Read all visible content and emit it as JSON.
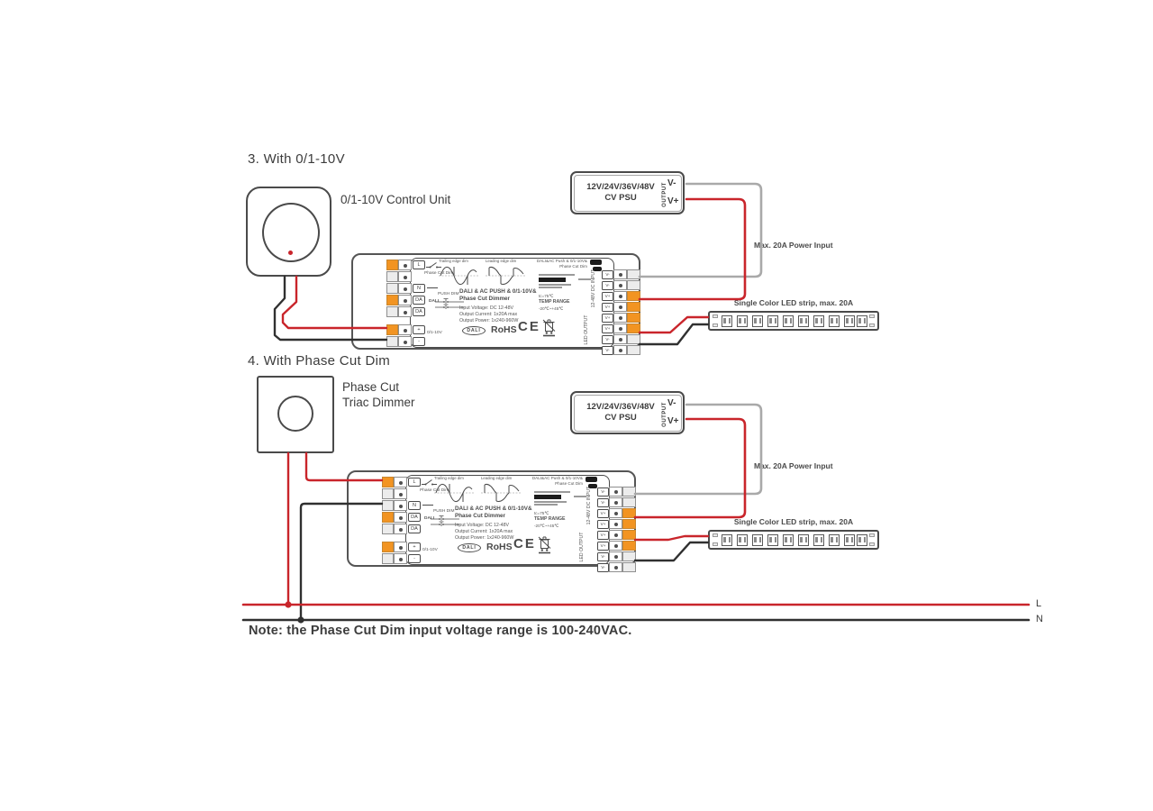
{
  "section3": {
    "title": "3. With 0/1-10V",
    "control_unit_label": "0/1-10V Control Unit"
  },
  "section4": {
    "title": "4. With Phase Cut Dim",
    "dimmer_label_line1": "Phase Cut",
    "dimmer_label_line2": "Triac Dimmer",
    "mains": {
      "live": "L",
      "neutral": "N"
    },
    "note": "Note: the Phase Cut Dim input voltage range is 100-240VAC."
  },
  "psu": {
    "voltage": "12V/24V/36V/48V",
    "type": "CV PSU",
    "output_label": "OUTPUT",
    "v_minus": "V-",
    "v_plus": "V+"
  },
  "annotations": {
    "power_input": "Max. 20A Power Input",
    "led_strip": "Single Color LED strip, max. 20A"
  },
  "device": {
    "waveform_trailing": "Trailing edge dim",
    "waveform_leading": "Leading edge dim",
    "ports": {
      "live": "L",
      "neutral": "N",
      "phase_cut": "Phase Cut Dim",
      "da1": "DA",
      "da2": "DA",
      "dali": "DALI",
      "push_dim": "PUSH DIM",
      "plus": "+",
      "minus": "-",
      "analog": "0/1-10V"
    },
    "product_line1": "DALI & AC PUSH & 0/1-10V&",
    "product_line2": "Phase Cut Dimmer",
    "specs": {
      "input": "Input Voltage: DC 12-48V",
      "current": "Output Current: 1x20A max",
      "power": "Output Power: 1x240-960W"
    },
    "corner_line1": "DALI&AC Push & 0/1-10V&",
    "corner_line2": "Phase Cut Dim",
    "temp": {
      "tc": "tc=75℃",
      "label": "TEMP RANGE",
      "range": "-20℃~+45℃"
    },
    "dc_input_label": "12-48V DC INPUT",
    "led_output_label": "LED OUTPUT",
    "logos": {
      "dali": "DALI",
      "rohs": "RoHS",
      "ce": "CE"
    },
    "right_terminals": [
      "V-",
      "V-",
      "V+",
      "V+",
      "V+",
      "V+",
      "V-",
      "V-"
    ]
  },
  "colors": {
    "wire_red": "#c9252b",
    "wire_black": "#303030",
    "wire_gray": "#a9a9a9",
    "terminal_orange": "#f29422",
    "outline": "#4a4a4a"
  }
}
